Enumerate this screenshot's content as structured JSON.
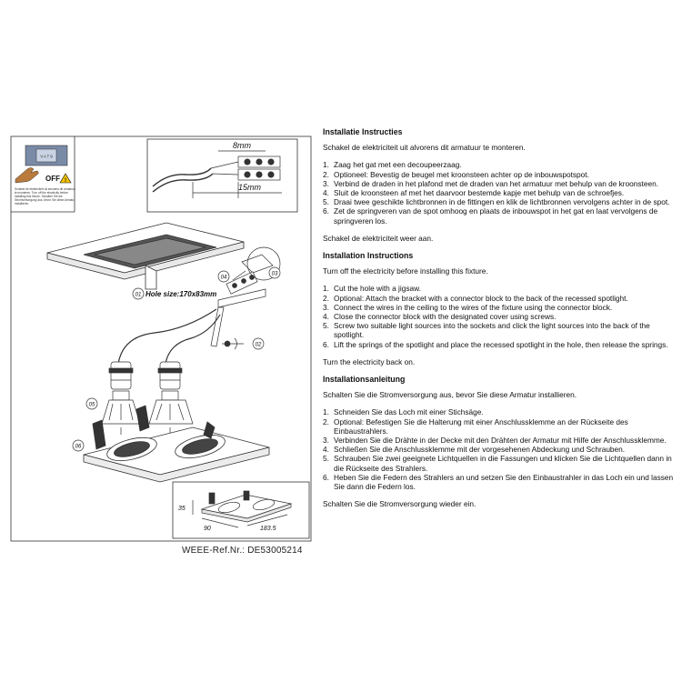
{
  "warning_panel": {
    "off_label": "OFF",
    "switch_label": "V A T 9",
    "small_text": [
      "Schakel de elektriciteit uit alvorens dit armatuur",
      "te monteren. Turn off the electricity before",
      "installing this fixture. Schalten Sie die",
      "Stromversorgung aus, bevor Sie diese Armatur",
      "installieren."
    ]
  },
  "dimensions": {
    "wire_strip": "8mm",
    "wire_length": "15mm",
    "hole_label": "Hole size:170x83mm",
    "height": "35",
    "width": "90",
    "length": "183.5"
  },
  "step_markers": [
    "01",
    "02",
    "03",
    "04",
    "05",
    "06"
  ],
  "weee": "WEEE-Ref.Nr.: DE53005214",
  "sections": [
    {
      "title": "Installatie Instructies",
      "intro": "Schakel de elektriciteit uit alvorens dit armatuur te monteren.",
      "steps": [
        {
          "n": "1.",
          "text": "Zaag het gat met een decoupeerzaag."
        },
        {
          "n": "2.",
          "text": "Optioneel: Bevestig de beugel met kroonsteen achter op de inbouwspotspot."
        },
        {
          "n": "3.",
          "text": "Verbind de draden in het plafond met de draden van het armatuur met behulp van de kroonsteen."
        },
        {
          "n": "4.",
          "text": "Sluit de kroonsteen af met het daarvoor bestemde kapje met behulp van de schroefjes."
        },
        {
          "n": "5.",
          "text": "Draai twee geschikte lichtbronnen in de fittingen en klik de lichtbronnen vervolgens achter in de spot."
        },
        {
          "n": "6.",
          "text": "Zet de springveren van de spot omhoog en plaats de inbouwspot in het gat en laat vervolgens de springveren los."
        }
      ],
      "outro": "Schakel de elektriciteit weer aan."
    },
    {
      "title": "Installation Instructions",
      "intro": "Turn off the electricity before installing this fixture.",
      "steps": [
        {
          "n": "1.",
          "text": "Cut the hole with a jigsaw."
        },
        {
          "n": "2.",
          "text": "Optional: Attach the bracket with a connector block to the back of the recessed spotlight."
        },
        {
          "n": "3.",
          "text": "Connect the wires in the ceiling to the wires of the fixture using the connector block."
        },
        {
          "n": "4.",
          "text": "Close the connector block with the designated cover using screws."
        },
        {
          "n": "5.",
          "text": "Screw two suitable light sources into the sockets and click the light sources into the back of the spotlight."
        },
        {
          "n": "6.",
          "text": "Lift the springs of the spotlight and place the recessed spotlight in the hole, then release the springs."
        }
      ],
      "outro": "Turn the electricity back on."
    },
    {
      "title": "Installationsanleitung",
      "intro": "Schalten Sie die Stromversorgung aus, bevor Sie diese Armatur installieren.",
      "steps": [
        {
          "n": "1.",
          "text": "Schneiden Sie das Loch mit einer Stichsäge."
        },
        {
          "n": "2.",
          "text": "Optional: Befestigen Sie die Halterung mit einer Anschlussklemme an der Rückseite des Einbaustrahlers."
        },
        {
          "n": "3.",
          "text": "Verbinden Sie die Drähte in der Decke mit den Drähten der Armatur mit Hilfe der Anschlussklemme."
        },
        {
          "n": "4.",
          "text": "Schließen Sie die Anschlussklemme mit der vorgesehenen Abdeckung und Schrauben."
        },
        {
          "n": "5.",
          "text": "Schrauben Sie zwei geeignete Lichtquellen in die Fassungen und klicken Sie die Lichtquellen dann in die Rückseite des Strahlers."
        },
        {
          "n": "6.",
          "text": "Heben Sie die Federn des Strahlers an und setzen Sie den Einbaustrahler in das Loch ein und lassen Sie dann die Federn los."
        }
      ],
      "outro": "Schalten Sie die Stromversorgung wieder ein."
    }
  ]
}
